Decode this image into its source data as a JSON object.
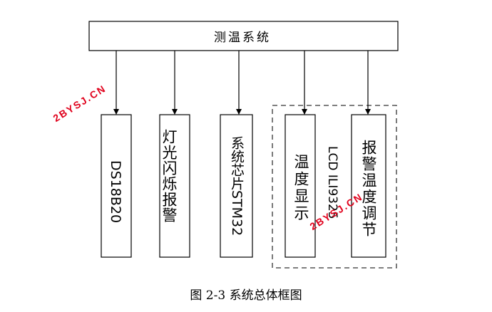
{
  "title": "测温系统",
  "modules": [
    {
      "label": "DS18B20"
    },
    {
      "label": "灯光闪烁报警"
    },
    {
      "label": "系统芯片STM32"
    },
    {
      "label": "温度显示"
    },
    {
      "label": "报警温度调节"
    }
  ],
  "lcd_label": "LCD ILI9325",
  "caption": "图 2-3  系统总体框图",
  "watermark_text": "2BYSJ.CN",
  "colors": {
    "line": "#000000",
    "dash_group": "#333333",
    "watermark": "#e0001b"
  }
}
